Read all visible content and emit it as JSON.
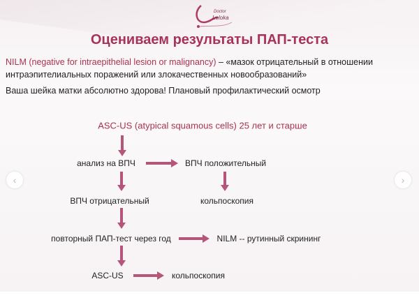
{
  "logo": {
    "text": "Doctor Leloka"
  },
  "title": "Оцениваем результаты ПАП-теста",
  "nilm": {
    "term": "NILM (negative for intraepithelial lesion or malignancy)",
    "dash": " – ",
    "definition_line1": "«мазок отрицательный в отношении",
    "definition_line2": "интраэпителиальных поражений или злокачественных новообразований»"
  },
  "healthy_note": "Ваша шейка матки абсолютно здорова! Плановый профилактический осмотр",
  "flow": {
    "header": "ASC-US (atypical squamous cells) 25 лет и старше",
    "hpv_test": "анализ на ВПЧ",
    "hpv_positive": "ВПЧ положительный",
    "colposcopy_1": "кольпоскопия",
    "hpv_negative": "ВПЧ отрицательный",
    "repeat_pap": "повторный ПАП-тест через год",
    "nilm_routine": "NILM -- рутинный скрининг",
    "asc_us": "ASC-US",
    "colposcopy_2": "кольпоскопия"
  },
  "nav": {
    "prev": "‹",
    "next": "›"
  }
}
